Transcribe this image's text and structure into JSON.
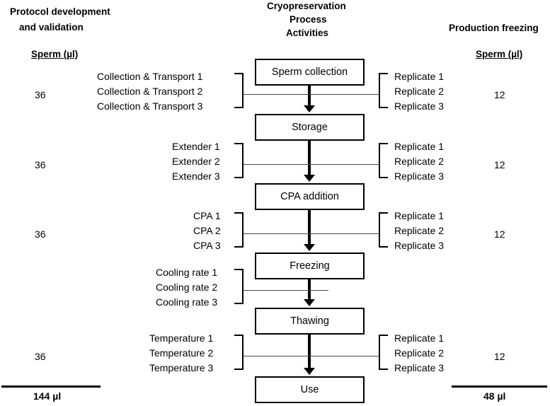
{
  "columns": {
    "left": {
      "title_line1": "Protocol development",
      "title_line2": "and validation",
      "subtitle": "Sperm (µl)",
      "total": "144 µl"
    },
    "center": {
      "title_line1": "Cryopreservation",
      "title_line2": "Process",
      "title_line3": "Activities"
    },
    "right": {
      "title": "Production freezing",
      "subtitle": "Sperm (µl)",
      "total": "48 µl"
    }
  },
  "process_steps": [
    {
      "label": "Sperm collection"
    },
    {
      "label": "Storage"
    },
    {
      "label": "CPA addition"
    },
    {
      "label": "Freezing"
    },
    {
      "label": "Thawing"
    },
    {
      "label": "Use"
    }
  ],
  "variable_groups": [
    {
      "id": "collection-transport",
      "items": [
        "Collection & Transport 1",
        "Collection & Transport 2",
        "Collection & Transport 3"
      ],
      "left_volume": "36",
      "replicates": [
        "Replicate 1",
        "Replicate 2",
        "Replicate 3"
      ],
      "right_volume": "12"
    },
    {
      "id": "extender",
      "items": [
        "Extender 1",
        "Extender 2",
        "Extender 3"
      ],
      "left_volume": "36",
      "replicates": [
        "Replicate 1",
        "Replicate 2",
        "Replicate 3"
      ],
      "right_volume": "12"
    },
    {
      "id": "cpa",
      "items": [
        "CPA 1",
        "CPA 2",
        "CPA 3"
      ],
      "left_volume": "36",
      "replicates": [
        "Replicate 1",
        "Replicate 2",
        "Replicate 3"
      ],
      "right_volume": "12"
    },
    {
      "id": "cooling-rate",
      "items": [
        "Cooling rate 1",
        "Cooling rate 2",
        "Cooling rate 3"
      ],
      "left_volume": "",
      "replicates": [],
      "right_volume": ""
    },
    {
      "id": "temperature",
      "items": [
        "Temperature 1",
        "Temperature 2",
        "Temperature 3"
      ],
      "left_volume": "36",
      "replicates": [
        "Replicate 1",
        "Replicate 2",
        "Replicate 3"
      ],
      "right_volume": "12"
    }
  ],
  "colors": {
    "ink": "#000000",
    "connector": "#4a4a4a",
    "background": "#ffffff"
  }
}
